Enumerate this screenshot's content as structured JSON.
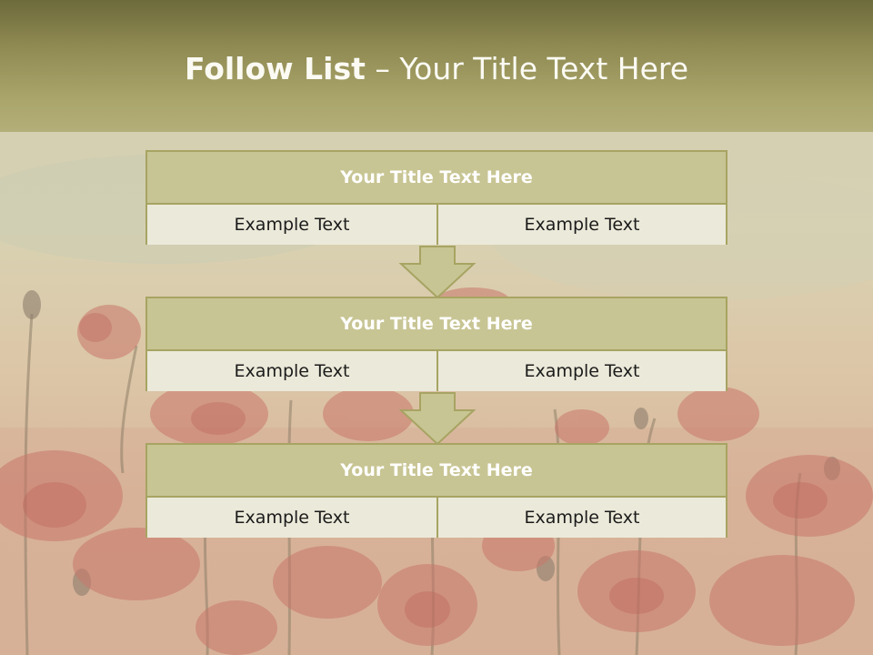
{
  "header": {
    "title_bold": "Follow List",
    "title_rest": " – Your Title Text Here"
  },
  "blocks": [
    {
      "title": "Your Title Text Here",
      "left": "Example Text",
      "right": "Example Text"
    },
    {
      "title": "Your Title Text Here",
      "left": "Example Text",
      "right": "Example Text"
    },
    {
      "title": "Your Title Text Here",
      "left": "Example Text",
      "right": "Example Text"
    }
  ],
  "colors": {
    "header_dark": "#6d6a3c",
    "header_light": "#b3ae78",
    "title_band": "#c8c594",
    "cell_fill": "#ebe9d9",
    "border": "#a7a463",
    "poppy_red": "#c9776a"
  }
}
